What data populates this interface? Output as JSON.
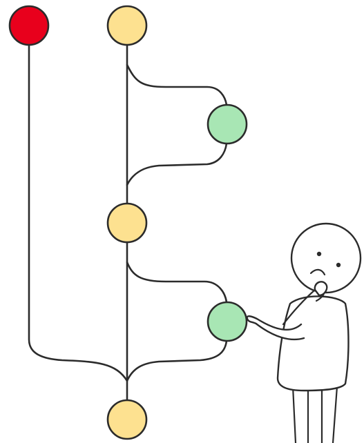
{
  "diagram": {
    "type": "git-branch-graph",
    "colors": {
      "line": "#2b2b2b",
      "red_node": "#e8001c",
      "yellow_node": "#fde190",
      "green_node": "#a8e6b4",
      "background": "#ffffff"
    },
    "nodes": [
      {
        "id": "red-branch-start",
        "color": "#e8001c"
      },
      {
        "id": "main-commit-1",
        "color": "#fde190"
      },
      {
        "id": "feature-commit-1",
        "color": "#a8e6b4"
      },
      {
        "id": "main-commit-2",
        "color": "#fde190"
      },
      {
        "id": "feature-commit-2",
        "color": "#a8e6b4"
      },
      {
        "id": "main-merge-commit",
        "color": "#fde190"
      }
    ],
    "illustration": {
      "subject": "confused-person",
      "pose": "hand-on-chin-pointing-at-node"
    }
  }
}
